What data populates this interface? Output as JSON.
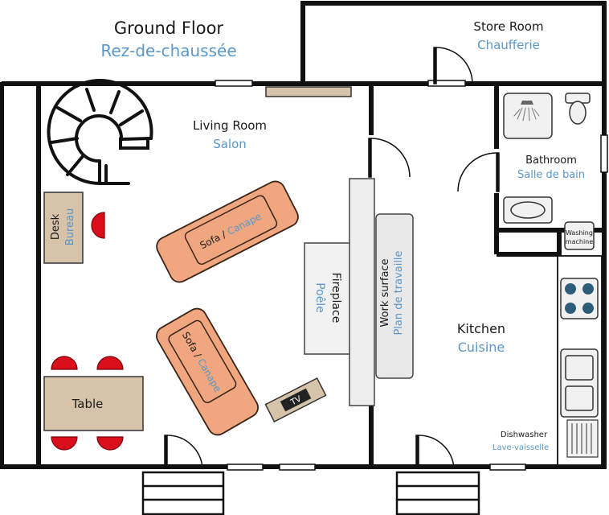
{
  "colors": {
    "wall": "#111111",
    "french_text": "#5a97c9",
    "sofa": "#f0a77f",
    "sofa_stroke": "#3a2418",
    "chair": "#d90f1c",
    "wood": "#d6c3a9",
    "surface": "#eeeeee",
    "appliance_fill": "#f1f1f1",
    "burner": "#2e5d7a"
  },
  "header": {
    "title": "Ground Floor",
    "subtitle": "Rez-de-chaussée"
  },
  "rooms": {
    "store": {
      "name": "Store Room",
      "name_fr": "Chaufferie"
    },
    "living": {
      "name": "Living Room",
      "name_fr": "Salon"
    },
    "bathroom": {
      "name": "Bathroom",
      "name_fr": "Salle de bain"
    },
    "kitchen": {
      "name": "Kitchen",
      "name_fr": "Cuisine"
    }
  },
  "furniture": {
    "desk": {
      "name": "Desk",
      "name_fr": "Bureau"
    },
    "sofa1": {
      "name": "Sofa / ",
      "name_fr": "Canape"
    },
    "sofa2": {
      "name": "Sofa / ",
      "name_fr": "Canape"
    },
    "table": {
      "name": "Table"
    },
    "tv": {
      "name": "TV"
    },
    "fireplace": {
      "name": "Fireplace",
      "name_fr": "Poêle"
    },
    "work_surface": {
      "name": "Work surface",
      "name_fr": "Plan de travaille"
    },
    "washing": {
      "line1": "Washing",
      "line2": "machine"
    },
    "dishwasher": {
      "name": "Dishwasher",
      "name_fr": "Lave-vaisselle"
    }
  },
  "icons": [
    "spiral-staircase-icon",
    "shower-icon",
    "toilet-icon",
    "sink-icon",
    "stove-burner-icon",
    "door-swing-icon",
    "chair-icon"
  ]
}
